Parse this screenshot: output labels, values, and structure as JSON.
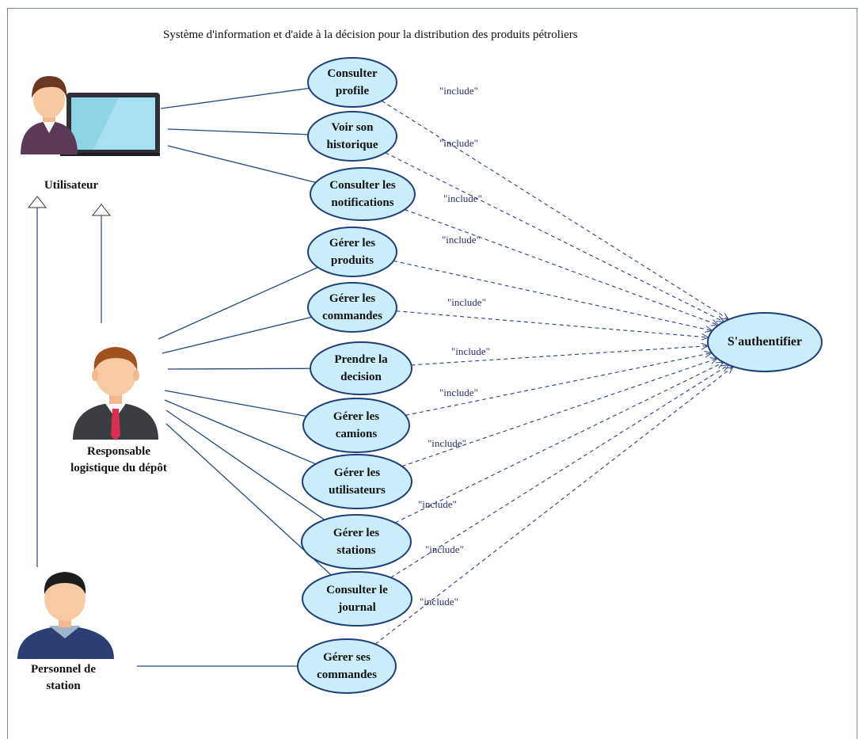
{
  "title": "Système d'information et d'aide à la décision pour la distribution des produits pétroliers",
  "actors": {
    "utilisateur": "Utilisateur",
    "responsable": "Responsable\nlogistique du dépôt",
    "personnel": "Personnel de\nstation"
  },
  "use_cases": {
    "consulter_profile": "Consulter\nprofile",
    "voir_historique": "Voir son\nhistorique",
    "consulter_notifications": "Consulter les\nnotifications",
    "gerer_produits": "Gérer les\nproduits",
    "gerer_commandes": "Gérer les\ncommandes",
    "prendre_decision": "Prendre la\ndecision",
    "gerer_camions": "Gérer les\ncamions",
    "gerer_utilisateurs": "Gérer les\nutilisateurs",
    "gerer_stations": "Gérer les\nstations",
    "consulter_journal": "Consulter le\njournal",
    "gerer_ses_commandes": "Gérer ses\ncommandes",
    "authentifier": "S'authentifier"
  },
  "include_label": "\"include\"",
  "colors": {
    "ellipse_fill": "#c9eefa",
    "ellipse_stroke": "#1f3f78",
    "line": "#24487e",
    "dashed": "#2b3d86"
  }
}
